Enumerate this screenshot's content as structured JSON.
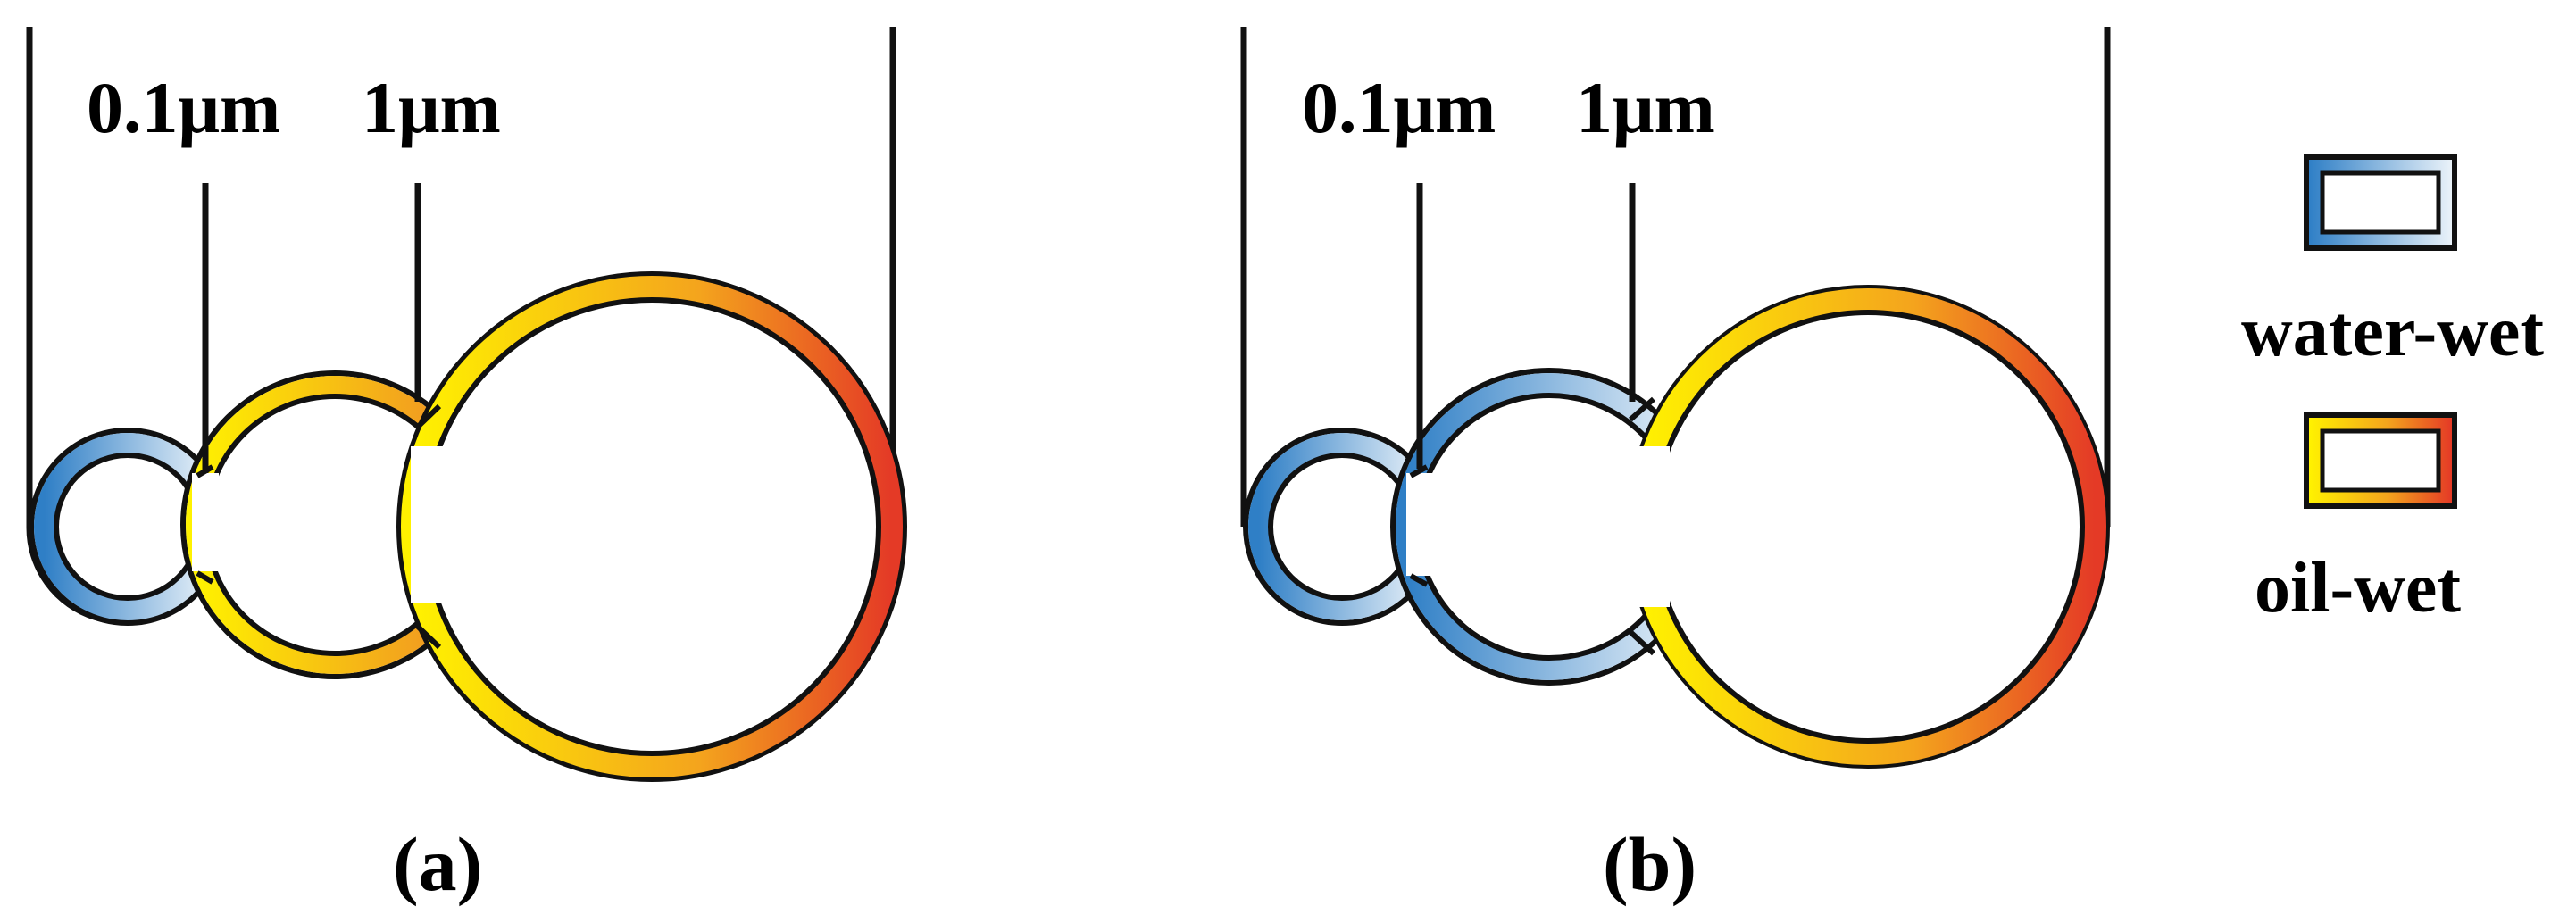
{
  "panels": [
    {
      "label": "(a)",
      "scale_labels": [
        "0.1μm",
        "1μm"
      ],
      "pores": [
        {
          "size": "small",
          "wettability": "water-wet"
        },
        {
          "size": "medium",
          "wettability": "oil-wet"
        },
        {
          "size": "large",
          "wettability": "oil-wet"
        }
      ]
    },
    {
      "label": "(b)",
      "scale_labels": [
        "0.1μm",
        "1μm"
      ],
      "pores": [
        {
          "size": "small",
          "wettability": "water-wet"
        },
        {
          "size": "medium",
          "wettability": "water-wet"
        },
        {
          "size": "large",
          "wettability": "oil-wet"
        }
      ]
    }
  ],
  "legend": {
    "water_wet": "water-wet",
    "oil_wet": "oil-wet"
  },
  "colors": {
    "water_dark": "#2f7fc6",
    "water_light": "#eaf2f9",
    "oil_yellow": "#fff200",
    "oil_orange": "#f4a41d",
    "oil_red": "#e43a26",
    "outline": "#111111"
  }
}
